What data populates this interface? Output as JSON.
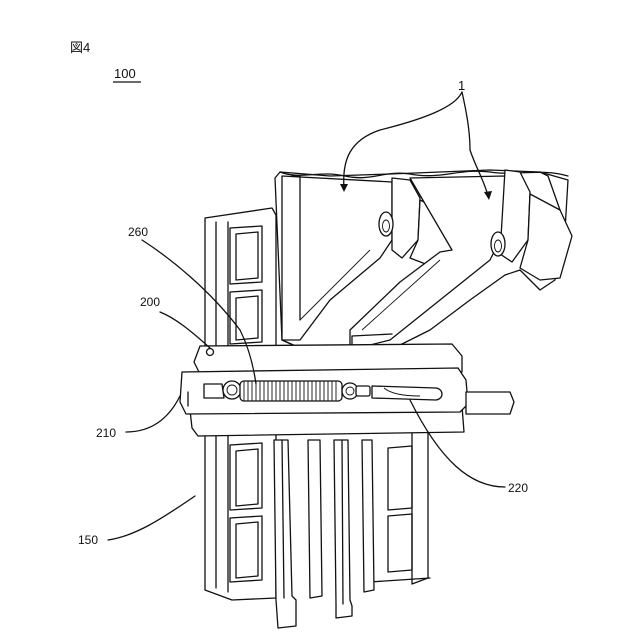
{
  "figure": {
    "title": "図4",
    "assembly_ref": "100"
  },
  "labels": {
    "part_1": "1",
    "part_260": "260",
    "part_200": "200",
    "part_210": "210",
    "part_220": "220",
    "part_150": "150"
  }
}
